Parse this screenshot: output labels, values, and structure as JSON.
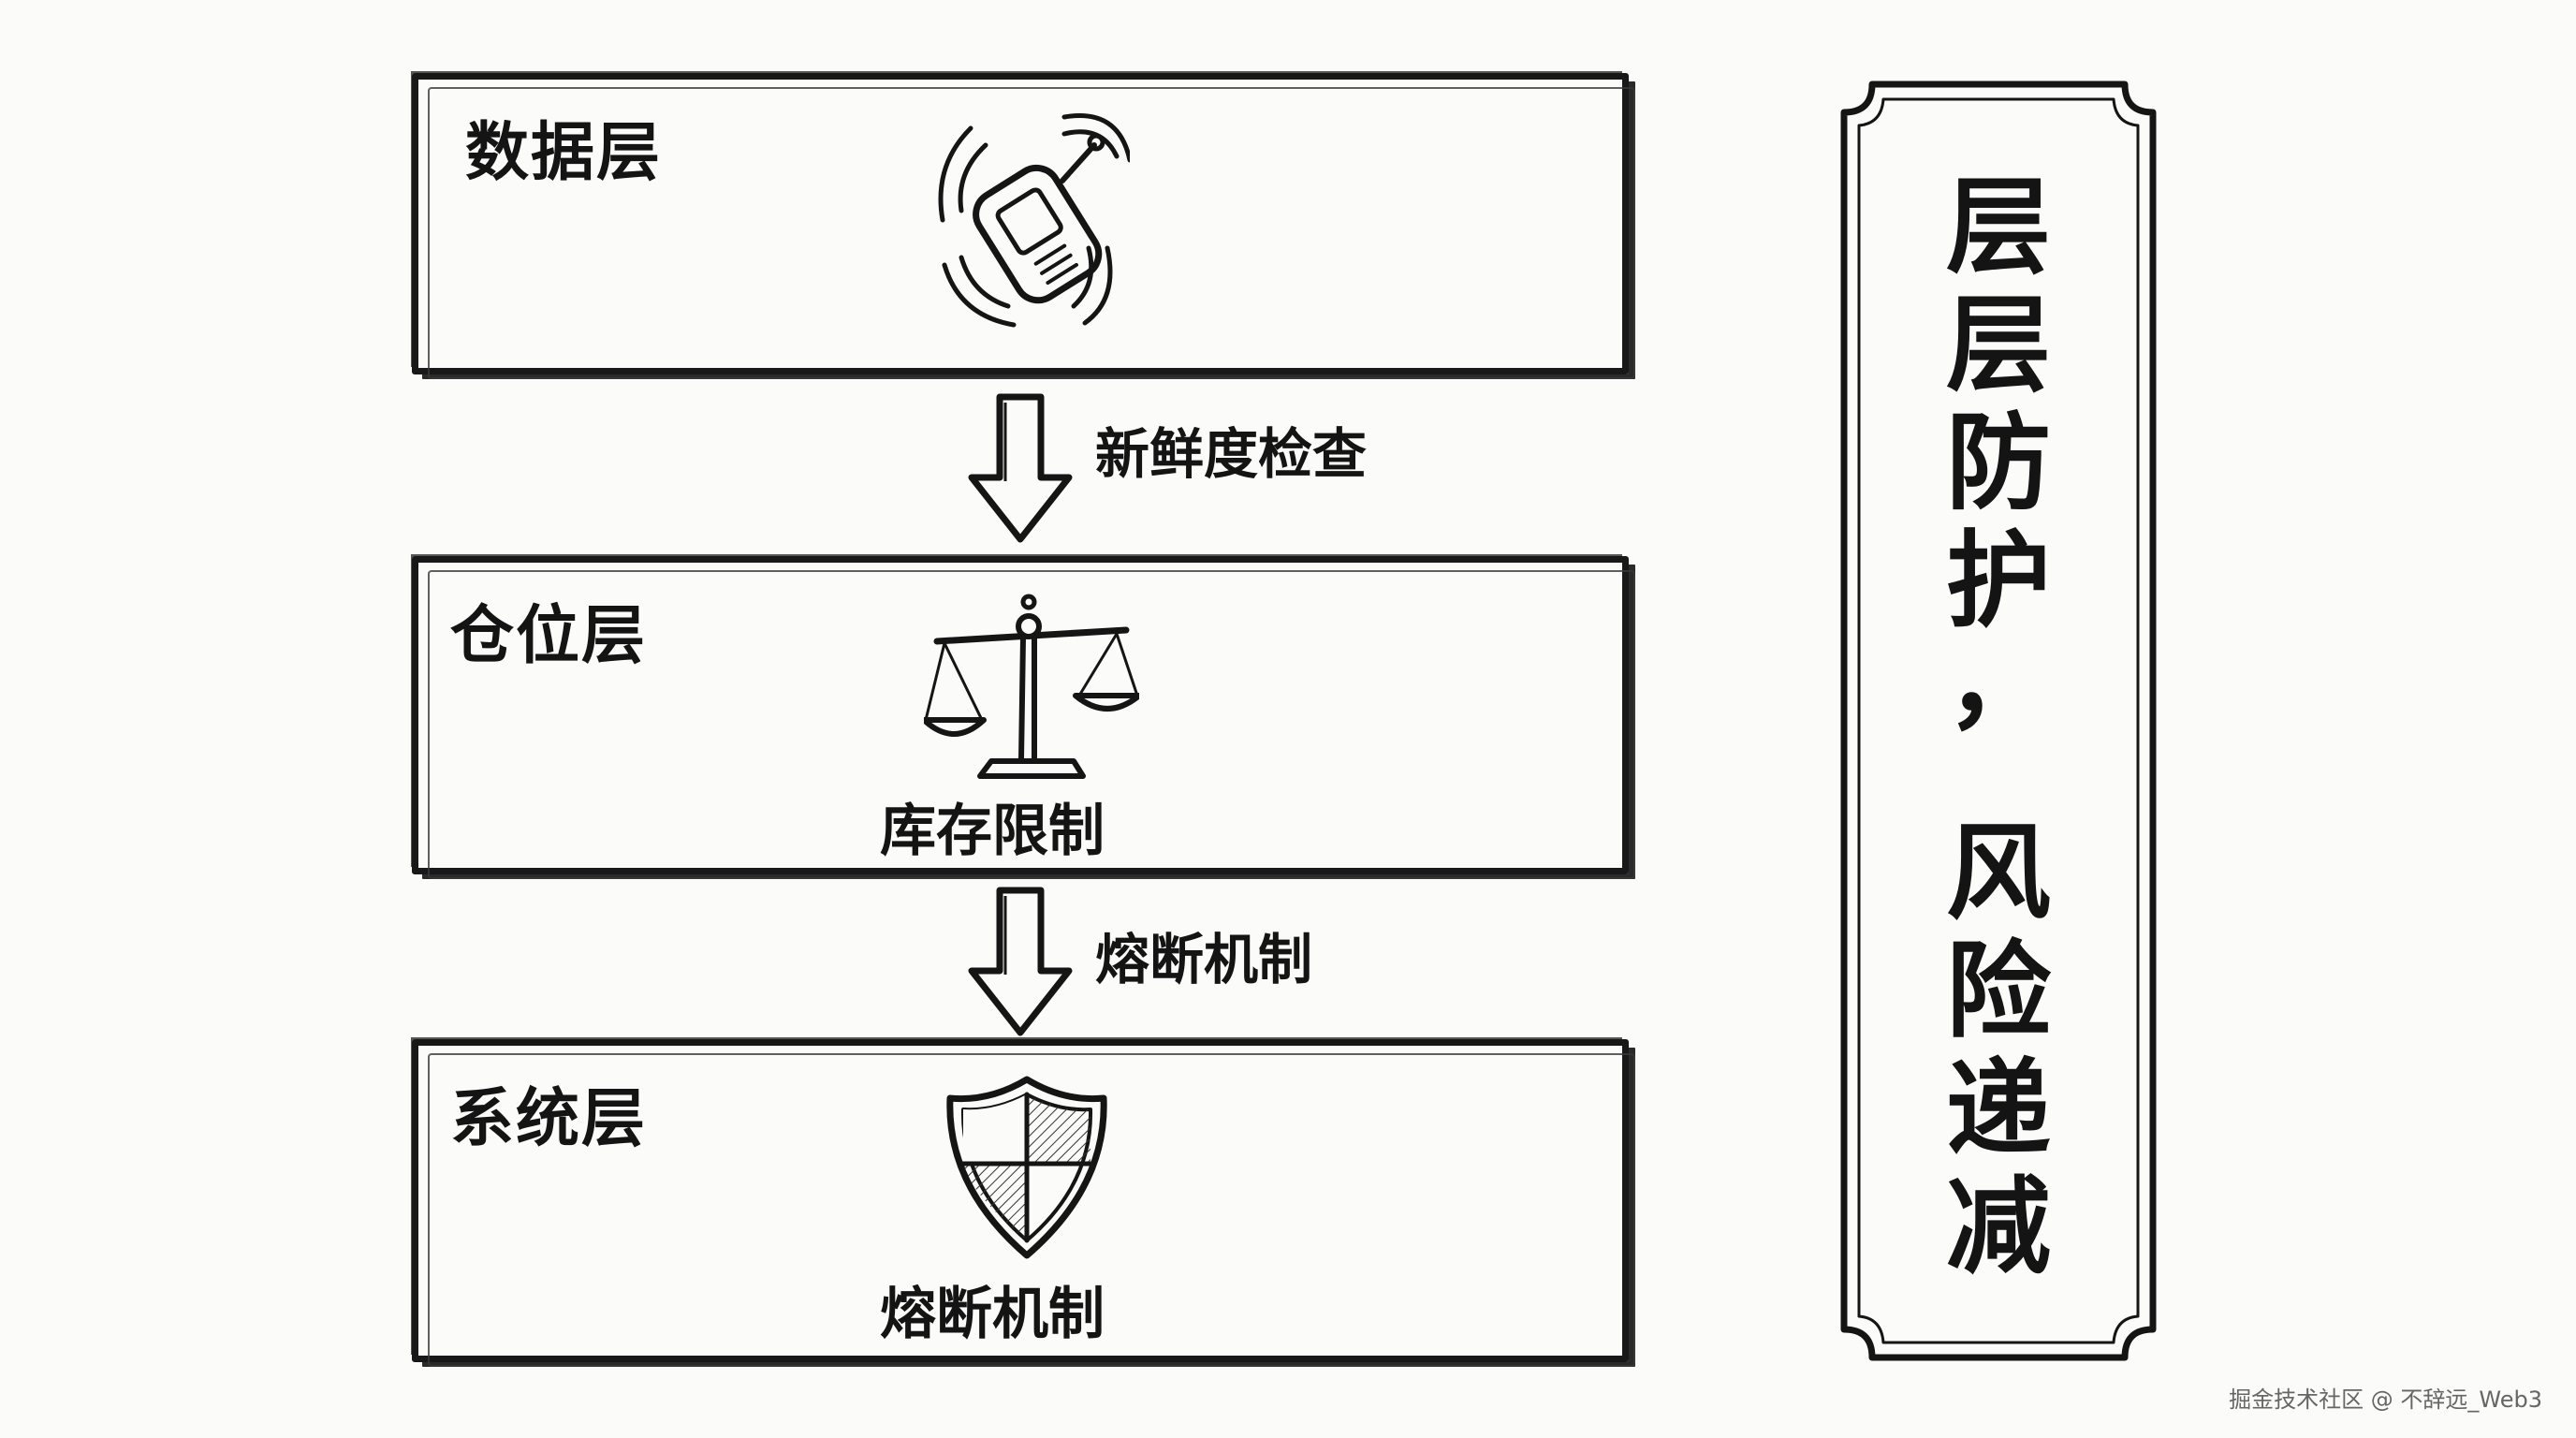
{
  "layers": [
    {
      "title": "数据层",
      "caption": "",
      "icon": "walkie-talkie-icon"
    },
    {
      "title": "仓位层",
      "caption": "库存限制",
      "icon": "balance-scale-icon"
    },
    {
      "title": "系统层",
      "caption": "熔断机制",
      "icon": "shield-icon"
    }
  ],
  "arrows": [
    {
      "label": "新鲜度检查"
    },
    {
      "label": "熔断机制"
    }
  ],
  "banner": {
    "chars": [
      "层",
      "层",
      "防",
      "护",
      "，",
      "",
      "风",
      "险",
      "递",
      "减"
    ]
  },
  "watermark": "掘金技术社区 @ 不辞远_Web3"
}
